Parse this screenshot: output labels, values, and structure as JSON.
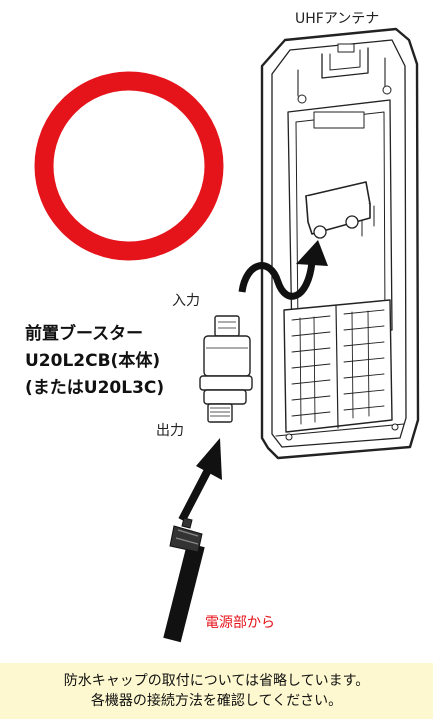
{
  "labels": {
    "antenna": "UHFアンテナ",
    "booster_line1": "前置ブースター",
    "booster_line2": "U20L2CB(本体)",
    "booster_line3": "(またはU20L3C)",
    "input": "入力",
    "output": "出力",
    "power": "電源部から"
  },
  "footer": {
    "line1": "防水キャップの取付については省略しています。",
    "line2": "各機器の接続方法を確認してください。"
  },
  "colors": {
    "ring": "#e5141b",
    "power_label": "#e5141b",
    "footer_bg": "#fdf8cf",
    "line": "#222222"
  }
}
